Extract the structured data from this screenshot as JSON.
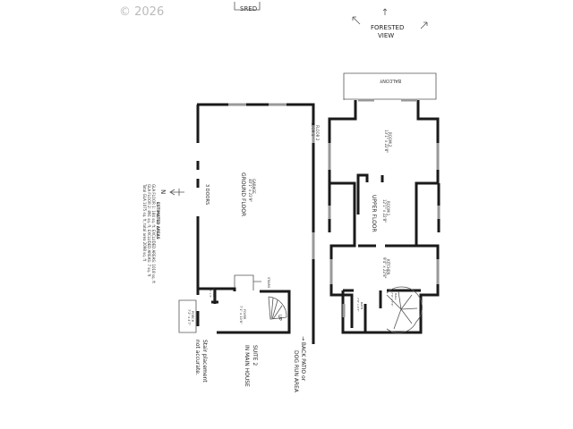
{
  "watermark": "© 2026",
  "top_label": "SRED",
  "view_note": [
    "FORESTED",
    "VIEW"
  ],
  "floor1": {
    "floor_label": "FLOOR 1",
    "garage": {
      "name": "GARAGE",
      "size": "40'1\" x 23'9\""
    },
    "ground_floor_note": "GROUND FLOOR",
    "doors_note": "3 DOORS",
    "laundry": {
      "name": "LAUNDRY",
      "size": "5' x 5'"
    },
    "foyer": {
      "name": "FOYER",
      "size": "7'1\" x 10'8\""
    },
    "porch": {
      "name": "PORCH",
      "size": "7'2\" x 4'7\""
    },
    "stairs": "STAIRS",
    "up": "UP",
    "stair_note": [
      "Stair placement",
      "not accurate."
    ],
    "suite_note": [
      "SUITE 2",
      "IN MAIN HOUSE"
    ],
    "patio_note": [
      "→ BACK PATIO or",
      "DOG RUN AREA"
    ]
  },
  "floor2": {
    "floor_label": "FLOOR 2",
    "balcony": "BALCONY",
    "room2": {
      "name": "ROOM 2",
      "size": "13'1\" x 22'8\""
    },
    "room1": {
      "name": "ROOM 1",
      "size": "12'1\" x 22'8\""
    },
    "upper_floor_note": "UPPER FLOOR",
    "kitchen": {
      "name": "KITCHEN",
      "size": "9'4\" x 22'8\""
    },
    "bath": {
      "name": "BATH",
      "size": "7'0\" x 4'7\""
    },
    "hall": {
      "name": "HALL",
      "size": "7'0\" x 7'6\""
    }
  },
  "estimated_areas": {
    "title": "ESTIMATED AREAS",
    "lines": [
      "GLA FLOOR 1: 184 sq. ft, EXCLUDED AREAS: 1018 sq. ft",
      "GLA FLOOR 2: 891 sq. ft, EXCLUDED AREAS: 7 sq. ft",
      "Total GLA 1075 sq. ft, total area 2098 sq. ft"
    ]
  },
  "compass": "N"
}
